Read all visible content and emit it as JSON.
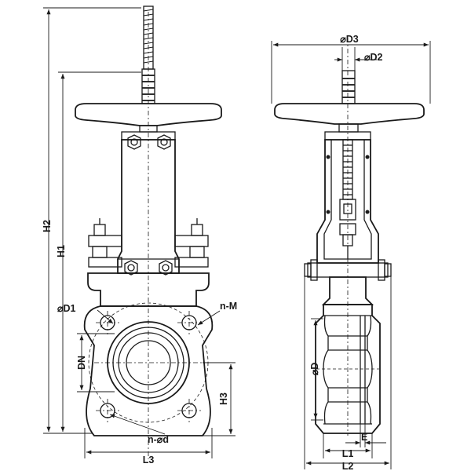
{
  "labels": {
    "H2": "H2",
    "H1": "H1",
    "D1": "⌀D1",
    "nM": "n-M",
    "DN": "DN",
    "H3": "H3",
    "nd": "n-⌀d",
    "L3": "L3",
    "D3": "⌀D3",
    "D2": "⌀D2",
    "D": "⌀D",
    "E": "E",
    "L1": "L1",
    "L2": "L2"
  }
}
